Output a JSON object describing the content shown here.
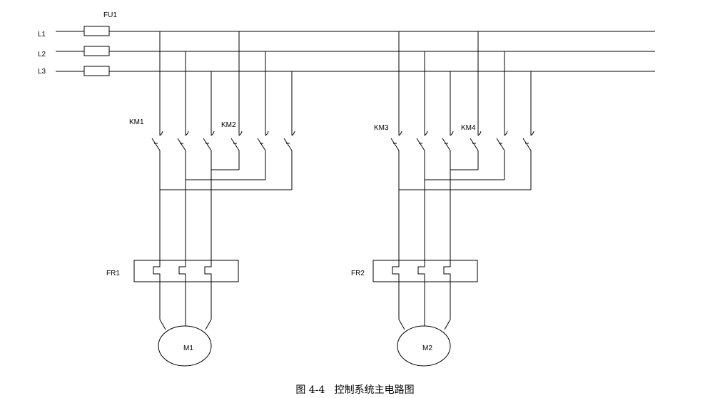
{
  "diagram": {
    "fuse_label": "FU1",
    "phases": [
      "L1",
      "L2",
      "L3"
    ],
    "contactors": [
      "KM1",
      "KM2",
      "KM3",
      "KM4"
    ],
    "relays": [
      "FR1",
      "FR2"
    ],
    "motors": [
      "M1",
      "M2"
    ]
  },
  "caption": "图 4-4   控制系统主电路图"
}
